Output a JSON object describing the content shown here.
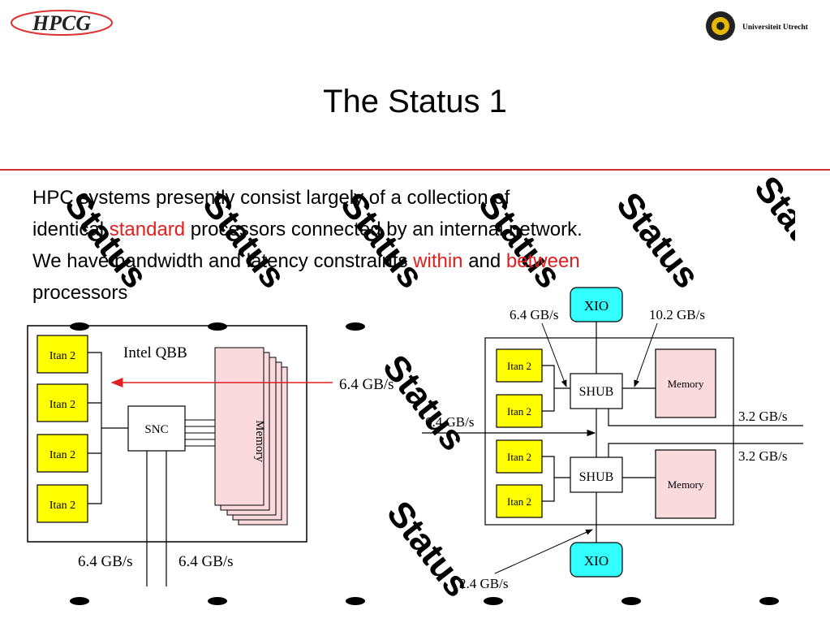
{
  "header": {
    "left_logo_text": "HPCG",
    "right_logo_text": "Universiteit Utrecht"
  },
  "title": "The Status 1",
  "body": {
    "line1": "HPC systems presently consist largely of a collection of",
    "line2_pre": "identical ",
    "line2_hl": "standard",
    "line2_post": " processors connected by an internal network.",
    "line3_pre": "We have bandwidth and latency constraints ",
    "line3_hl1": "within",
    "line3_mid": " and ",
    "line3_hl2": "between",
    "line4": "processors"
  },
  "watermark_word": "Status",
  "colors": {
    "accent": "#e02020",
    "itan": "#ffff00",
    "memory": "#fadadd",
    "xio": "#33ffff"
  },
  "left_diagram": {
    "title": "Intel QBB",
    "cpus": [
      "Itan 2",
      "Itan 2",
      "Itan 2",
      "Itan 2"
    ],
    "controller": "SNC",
    "memory": "Memory",
    "label_in": "6.4 GB/s",
    "label_bottom_1": "6.4 GB/s",
    "label_bottom_2": "6.4 GB/s"
  },
  "right_diagram": {
    "xio_top": "XIO",
    "xio_bottom": "XIO",
    "label_top_left": "6.4 GB/s",
    "label_top_right": "10.2 GB/s",
    "shub": "SHUB",
    "memory": "Memory",
    "cpus": [
      "Itan 2",
      "Itan 2",
      "Itan 2",
      "Itan 2"
    ],
    "label_left": "6.4 GB/s",
    "label_right_1": "3.2 GB/s",
    "label_right_2": "3.2 GB/s",
    "label_bottom": "2.4 GB/s"
  }
}
